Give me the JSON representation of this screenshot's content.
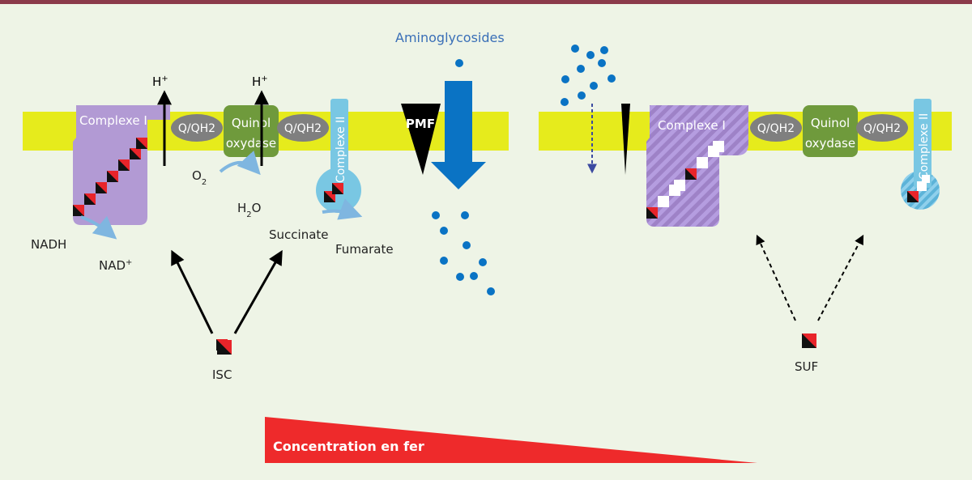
{
  "labels": {
    "aminoglycosides": "Aminoglycosides",
    "proton": "H",
    "proton_charge": "+",
    "complexe1": "Complexe I",
    "complexe2": "Complexe II",
    "q_qh2": "Q/QH2",
    "quinol_line1": "Quinol",
    "quinol_line2": "oxydase",
    "pmf": "PMF",
    "o2_base": "O",
    "o2_sub": "2",
    "h2o_h": "H",
    "h2o_sub": "2",
    "h2o_o": "O",
    "nadh": "NADH",
    "nad_base": "NAD",
    "nad_charge": "+",
    "succinate": "Succinate",
    "fumarate": "Fumarate",
    "isc": "ISC",
    "suf": "SUF",
    "concentration": "Concentration en fer"
  },
  "colors": {
    "background": "#eef4e6",
    "top_border": "#8b3a4a",
    "membrane": "#e6eb1c",
    "complexe1": "#b29ad4",
    "complexe2": "#79c7e3",
    "quinol_oxydase": "#6f9a3c",
    "q_pool": "#7f7f7f",
    "aminoglycoside_blue": "#0a73c4",
    "label_blue": "#3a6fb7",
    "iron_sulfur_red": "#e8242a",
    "pmf_black": "#000000",
    "concentration_red": "#ee2a2b"
  },
  "icons": {
    "fes_cluster": "iron-sulfur-cluster-icon",
    "flow_arrow": "curved-arrow-icon"
  }
}
